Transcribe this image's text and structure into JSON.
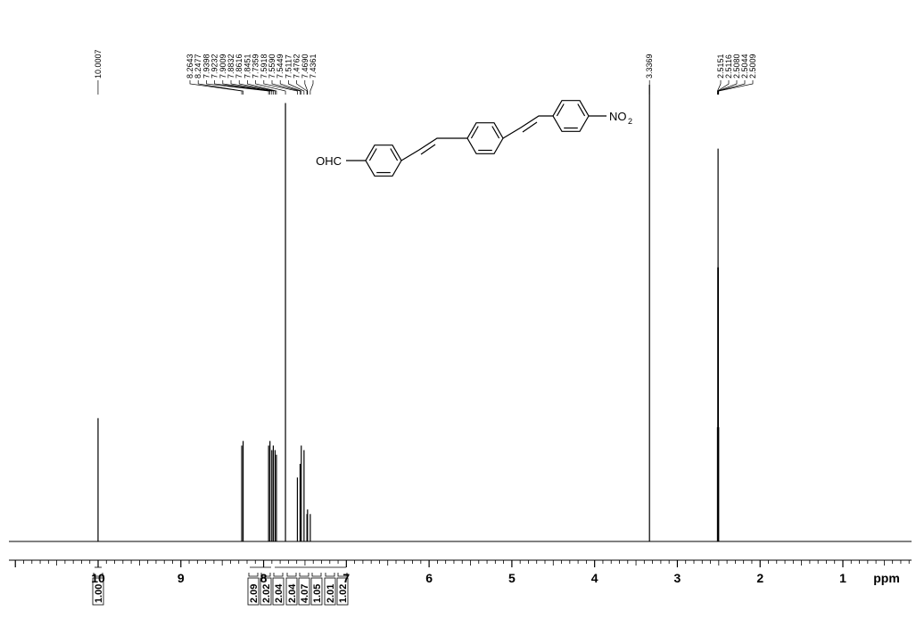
{
  "chart_data": {
    "type": "line",
    "title": "",
    "xlabel": "ppm",
    "ylabel": "",
    "x_axis_reversed": true,
    "xlim": [
      11.0,
      0.0
    ],
    "tick_labels": [
      "10",
      "9",
      "8",
      "7",
      "6",
      "5",
      "4",
      "3",
      "2",
      "1"
    ],
    "tick_values": [
      10,
      9,
      8,
      7,
      6,
      5,
      4,
      3,
      2,
      1
    ],
    "x_unit_label": "ppm",
    "peak_labels": [
      {
        "text": "10.0007",
        "ppm": 10.0007
      },
      {
        "text": "8.2643",
        "ppm": 8.2643
      },
      {
        "text": "8.2477",
        "ppm": 8.2477
      },
      {
        "text": "7.9398",
        "ppm": 7.9398
      },
      {
        "text": "7.9232",
        "ppm": 7.9232
      },
      {
        "text": "7.9009",
        "ppm": 7.9009
      },
      {
        "text": "7.8832",
        "ppm": 7.8832
      },
      {
        "text": "7.8616",
        "ppm": 7.8616
      },
      {
        "text": "7.8451",
        "ppm": 7.8451
      },
      {
        "text": "7.7359",
        "ppm": 7.7359
      },
      {
        "text": "7.5918",
        "ppm": 7.5918
      },
      {
        "text": "7.5590",
        "ppm": 7.559
      },
      {
        "text": "7.5449",
        "ppm": 7.5449
      },
      {
        "text": "7.5117",
        "ppm": 7.5117
      },
      {
        "text": "7.4762",
        "ppm": 7.4762
      },
      {
        "text": "7.4690",
        "ppm": 7.469
      },
      {
        "text": "7.4361",
        "ppm": 7.4361
      },
      {
        "text": "3.3369",
        "ppm": 3.3369
      },
      {
        "text": "2.5151",
        "ppm": 2.5151
      },
      {
        "text": "2.5116",
        "ppm": 2.5116
      },
      {
        "text": "2.5080",
        "ppm": 2.508
      },
      {
        "text": "2.5044",
        "ppm": 2.5044
      },
      {
        "text": "2.5009",
        "ppm": 2.5009
      }
    ],
    "peaks": [
      {
        "ppm": 10.0007,
        "intensity": 0.27
      },
      {
        "ppm": 8.2643,
        "intensity": 0.21
      },
      {
        "ppm": 8.2477,
        "intensity": 0.22
      },
      {
        "ppm": 7.9398,
        "intensity": 0.21
      },
      {
        "ppm": 7.9232,
        "intensity": 0.22
      },
      {
        "ppm": 7.9009,
        "intensity": 0.2
      },
      {
        "ppm": 7.8832,
        "intensity": 0.21
      },
      {
        "ppm": 7.8616,
        "intensity": 0.2
      },
      {
        "ppm": 7.8451,
        "intensity": 0.19
      },
      {
        "ppm": 7.7359,
        "intensity": 0.96
      },
      {
        "ppm": 7.5918,
        "intensity": 0.14
      },
      {
        "ppm": 7.559,
        "intensity": 0.17
      },
      {
        "ppm": 7.5449,
        "intensity": 0.21
      },
      {
        "ppm": 7.5117,
        "intensity": 0.2
      },
      {
        "ppm": 7.4762,
        "intensity": 0.06
      },
      {
        "ppm": 7.469,
        "intensity": 0.07
      },
      {
        "ppm": 7.4361,
        "intensity": 0.06
      },
      {
        "ppm": 3.3369,
        "intensity": 1.0
      },
      {
        "ppm": 2.5151,
        "intensity": 0.25
      },
      {
        "ppm": 2.5116,
        "intensity": 0.6
      },
      {
        "ppm": 2.508,
        "intensity": 0.86
      },
      {
        "ppm": 2.5044,
        "intensity": 0.6
      },
      {
        "ppm": 2.5009,
        "intensity": 0.25
      }
    ],
    "integrals": [
      {
        "text": "1.00",
        "value": 1.0
      },
      {
        "text": "2.09",
        "value": 2.09
      },
      {
        "text": "2.02",
        "value": 2.02
      },
      {
        "text": "2.04",
        "value": 2.04
      },
      {
        "text": "2.04",
        "value": 2.04
      },
      {
        "text": "4.07",
        "value": 4.07
      },
      {
        "text": "1.05",
        "value": 1.05
      },
      {
        "text": "2.01",
        "value": 2.01
      },
      {
        "text": "1.02",
        "value": 1.02
      }
    ],
    "structure_labels": {
      "left_group": "OHC",
      "right_group_main": "NO",
      "right_group_subscript": "2"
    },
    "grid": false,
    "legend": "none"
  }
}
